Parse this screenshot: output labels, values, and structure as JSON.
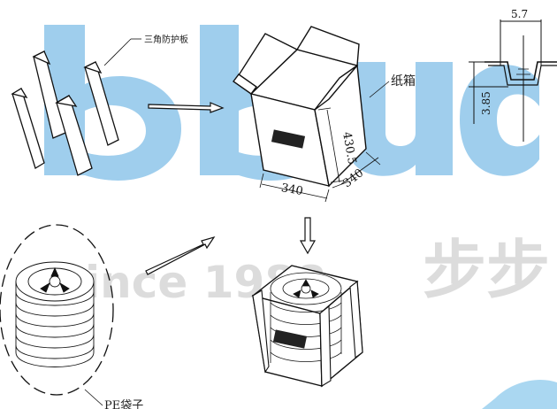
{
  "labels": {
    "triangle_guard": "三角防护板",
    "carton": "纸箱",
    "pe_bag": "PE袋子"
  },
  "dimensions": {
    "box_length": "340",
    "box_width": "340",
    "box_height": "430.5",
    "tray_width": "5.7",
    "tray_depth": "3.85"
  },
  "watermark": {
    "text": "Since 1988",
    "cn": "步步"
  },
  "colors": {
    "ink": "#111111",
    "watermark_blue": "#8fc6ea",
    "watermark_gray": "#d7d7d7"
  }
}
